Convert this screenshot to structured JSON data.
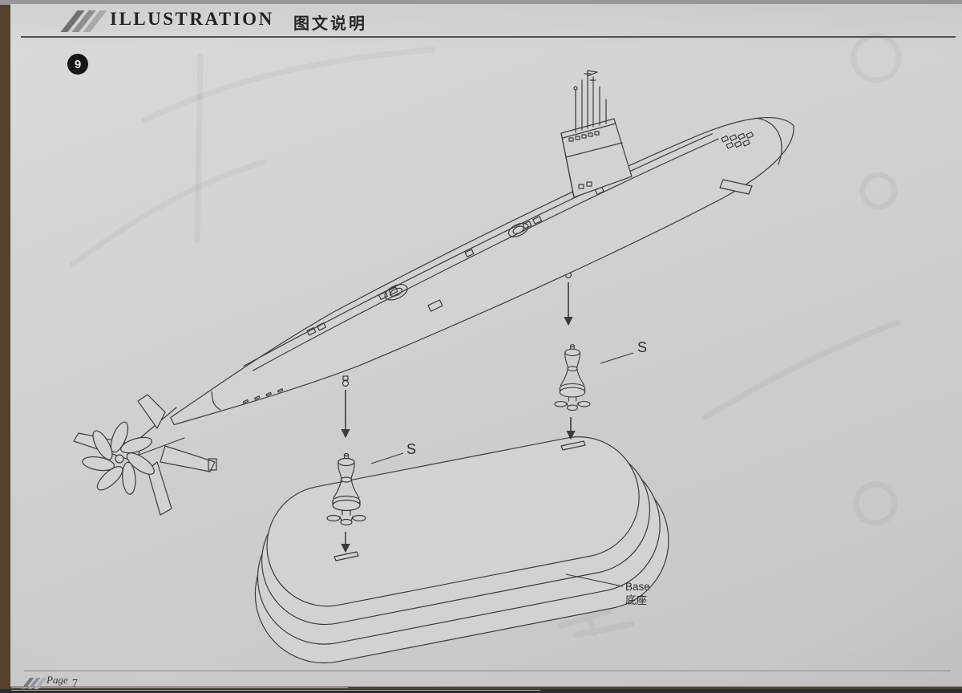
{
  "header": {
    "title_en": "ILLUSTRATION",
    "title_zh": "图文说明"
  },
  "step": {
    "number": "9"
  },
  "diagram": {
    "labels": {
      "stand_upper": "S",
      "stand_lower": "S",
      "base_en": "Base",
      "base_zh": "底座"
    }
  },
  "footer": {
    "page_label": "Page",
    "page_number": "7"
  },
  "colors": {
    "paper": "#d2d2d4",
    "ink": "#3b3b40",
    "desk": "#55422c"
  }
}
